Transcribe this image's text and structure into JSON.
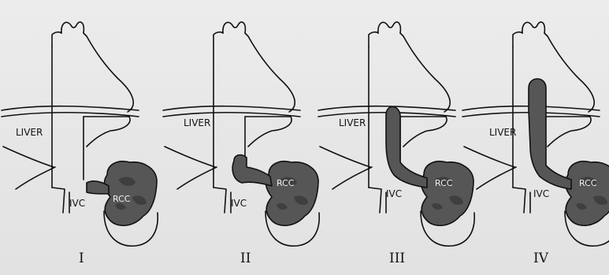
{
  "panels": [
    {
      "numeral": "I",
      "liver_label": "LIVER",
      "ivc_label": "IVC",
      "tumor_label": "RCC"
    },
    {
      "numeral": "II",
      "liver_label": "LIVER",
      "ivc_label": "IVC",
      "tumor_label": "RCC"
    },
    {
      "numeral": "III",
      "liver_label": "LIVER",
      "ivc_label": "IVC",
      "tumor_label": "RCC"
    },
    {
      "numeral": "IV",
      "liver_label": "LIVER",
      "ivc_label": "IVC",
      "tumor_label": "RCC"
    }
  ],
  "colors": {
    "ink": "#111111",
    "tumor": "#565656",
    "paper": "#e9e9e9"
  }
}
